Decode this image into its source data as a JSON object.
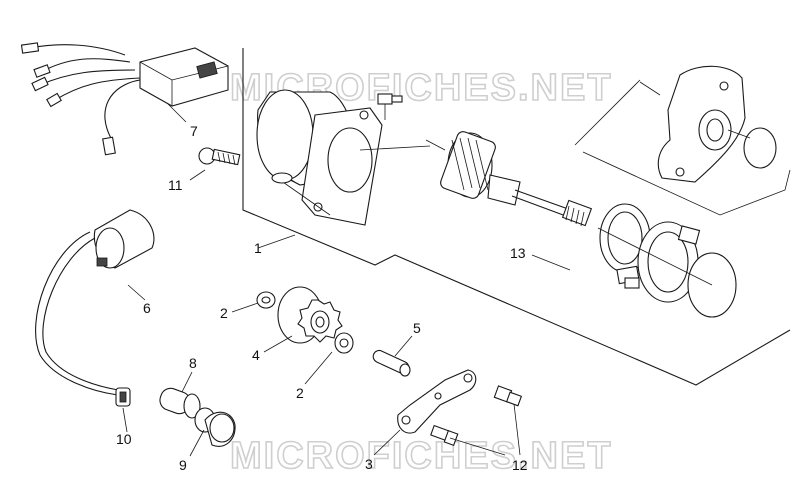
{
  "watermark": "MICROFICHES.NET",
  "callouts": {
    "c1": "1",
    "c2a": "2",
    "c2b": "2",
    "c3": "3",
    "c4": "4",
    "c5": "5",
    "c6": "6",
    "c7": "7",
    "c8": "8",
    "c9": "9",
    "c10": "10",
    "c11": "11",
    "c12": "12",
    "c13": "13"
  }
}
